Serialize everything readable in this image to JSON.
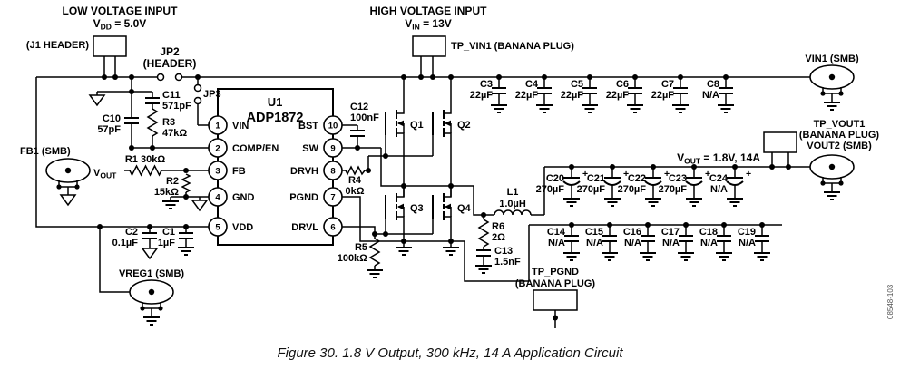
{
  "doc": {
    "caption": "Figure 30. 1.8 V Output, 300 kHz, 14 A Application Circuit",
    "code": "08548-103"
  },
  "banners": {
    "low": {
      "title": "LOW VOLTAGE INPUT",
      "v": "V",
      "sub": "DD",
      "rest": " = 5.0V"
    },
    "high": {
      "title": "HIGH VOLTAGE INPUT",
      "v": "V",
      "sub": "IN",
      "rest": " = 13V"
    }
  },
  "nets": {
    "vout_big": {
      "v": "V",
      "sub": "OUT",
      "rest": " = 1.8V, 14A"
    },
    "vout_small": {
      "v": "V",
      "sub": "OUT"
    }
  },
  "connectors": {
    "j1": "(J1 HEADER)",
    "jp2": "JP2",
    "jp2_type": "(HEADER)",
    "jp3": "JP3",
    "tp_vin1": "TP_VIN1 (BANANA PLUG)",
    "vin1": "VIN1 (SMB)",
    "tp_vout1_line1": "TP_VOUT1",
    "tp_vout1_line2": "(BANANA PLUG)",
    "vout2": "VOUT2 (SMB)",
    "fb1": "FB1 (SMB)",
    "vreg1": "VREG1 (SMB)",
    "tp_pgnd_line1": "TP_PGND",
    "tp_pgnd_line2": "(BANANA PLUG)"
  },
  "ic": {
    "ref": "U1",
    "part": "ADP1872",
    "pins_left": [
      {
        "n": "1",
        "name": "VIN"
      },
      {
        "n": "2",
        "name": "COMP/EN"
      },
      {
        "n": "3",
        "name": "FB"
      },
      {
        "n": "4",
        "name": "GND"
      },
      {
        "n": "5",
        "name": "VDD"
      }
    ],
    "pins_right": [
      {
        "n": "10",
        "name": "BST"
      },
      {
        "n": "9",
        "name": "SW"
      },
      {
        "n": "8",
        "name": "DRVH"
      },
      {
        "n": "7",
        "name": "PGND"
      },
      {
        "n": "6",
        "name": "DRVL"
      }
    ]
  },
  "parts": {
    "c1": [
      "C1",
      "1µF"
    ],
    "c2": [
      "C2",
      "0.1µF"
    ],
    "c10": [
      "C10",
      "57pF"
    ],
    "c11": [
      "C11",
      "571pF"
    ],
    "c12": [
      "C12",
      "100nF"
    ],
    "c13": [
      "C13",
      "1.5nF"
    ],
    "r1": [
      "R1 30kΩ"
    ],
    "r2": [
      "R2",
      "15kΩ"
    ],
    "r3": [
      "R3",
      "47kΩ"
    ],
    "r4": [
      "R4",
      "0kΩ"
    ],
    "r5": [
      "R5",
      "100kΩ"
    ],
    "r6": [
      "R6",
      "2Ω"
    ],
    "l1": [
      "L1",
      "1.0µH"
    ],
    "q1": "Q1",
    "q2": "Q2",
    "q3": "Q3",
    "q4": "Q4",
    "plus": "+"
  },
  "cap_banks": {
    "input": [
      [
        "C3",
        "22µF"
      ],
      [
        "C4",
        "22µF"
      ],
      [
        "C5",
        "22µF"
      ],
      [
        "C6",
        "22µF"
      ],
      [
        "C7",
        "22µF"
      ],
      [
        "C8",
        "N/A"
      ]
    ],
    "output_bulk": [
      [
        "C20",
        "270µF"
      ],
      [
        "C21",
        "270µF"
      ],
      [
        "C22",
        "270µF"
      ],
      [
        "C23",
        "270µF"
      ],
      [
        "C24",
        "N/A"
      ]
    ],
    "output_na": [
      [
        "C14",
        "N/A"
      ],
      [
        "C15",
        "N/A"
      ],
      [
        "C16",
        "N/A"
      ],
      [
        "C17",
        "N/A"
      ],
      [
        "C18",
        "N/A"
      ],
      [
        "C19",
        "N/A"
      ]
    ]
  }
}
